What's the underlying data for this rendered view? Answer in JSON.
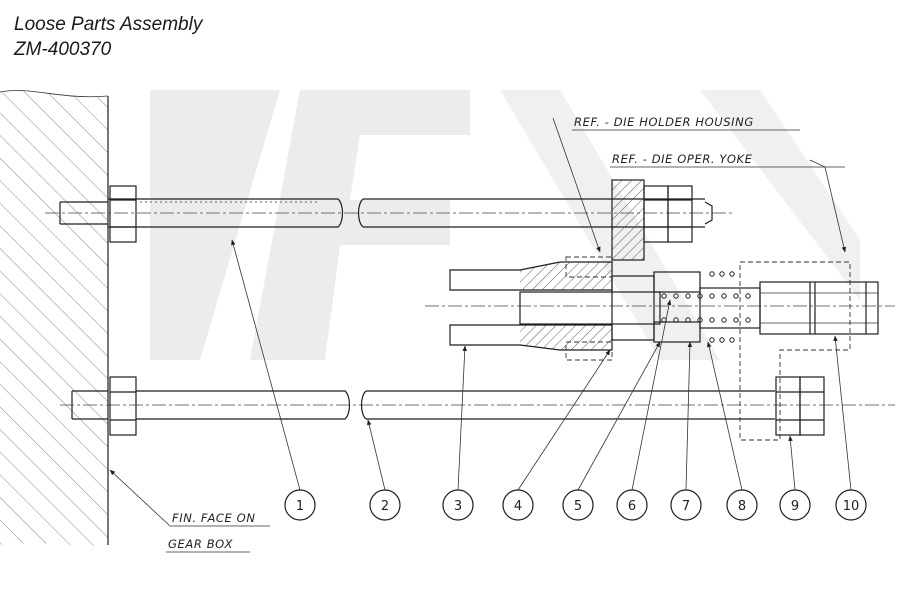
{
  "title": {
    "line1": "Loose Parts Assembly",
    "line2": "ZM-400370"
  },
  "callouts": {
    "die_holder_housing": "REF. - DIE HOLDER HOUSING",
    "die_oper_yoke": "REF. - DIE OPER. YOKE",
    "fin_face_line1": "FIN. FACE ON",
    "fin_face_line2": "GEAR BOX"
  },
  "balloons": [
    "1",
    "2",
    "3",
    "4",
    "5",
    "6",
    "7",
    "8",
    "9",
    "10"
  ],
  "colors": {
    "ink": "#1e1e1e",
    "watermark": "#ececec",
    "background": "#ffffff"
  }
}
